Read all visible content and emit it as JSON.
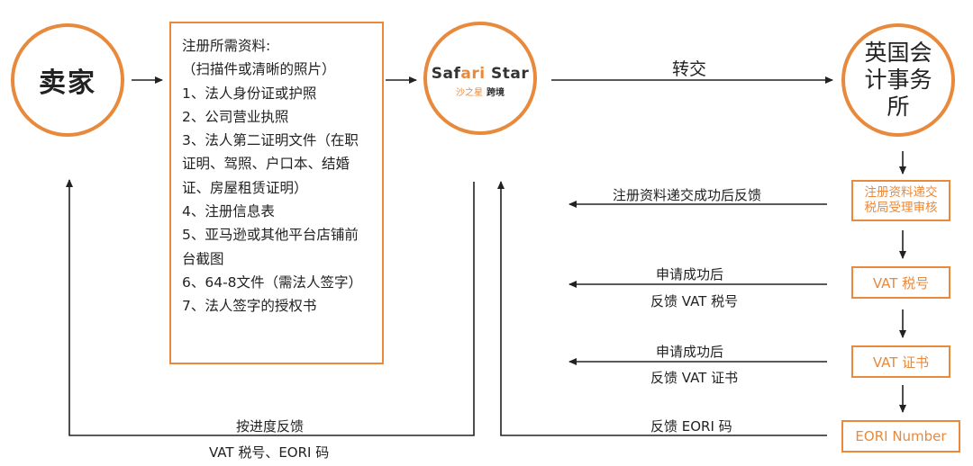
{
  "seller": {
    "label": "卖家"
  },
  "documents": {
    "lines": [
      "注册所需资料:",
      "（扫描件或清晰的照片）",
      "1、法人身份证或护照",
      "2、公司营业执照",
      "3、法人第二证明文件（在职",
      "证明、驾照、户口本、结婚",
      "证、房屋租赁证明）",
      "4、注册信息表",
      "5、亚马逊或其他平台店铺前",
      "台截图",
      "6、64-8文件（需法人签字）",
      "7、法人签字的授权书"
    ]
  },
  "hub": {
    "logo_part1": "Saf",
    "logo_part2": "ari",
    "logo_part3": " Star",
    "logo_sub1": "沙之星",
    "logo_sub2": "跨境"
  },
  "transfer": {
    "label": "转交"
  },
  "accountant": {
    "label": "英国会计事务所"
  },
  "steps": {
    "step1_line1": "注册资料递交",
    "step1_line2": "税局受理审核",
    "step2": "VAT 税号",
    "step3": "VAT 证书",
    "step4": "EORI Number"
  },
  "feedback": {
    "fb1": "注册资料递交成功后反馈",
    "fb2a": "申请成功后",
    "fb2b": "反馈 VAT 税号",
    "fb3a": "申请成功后",
    "fb3b": "反馈 VAT 证书",
    "fb4": "反馈 EORI 码"
  },
  "progress": {
    "line1": "按进度反馈",
    "line2": "VAT 税号、EORI 码"
  },
  "colors": {
    "accent": "#e8893c",
    "line": "#222222"
  }
}
